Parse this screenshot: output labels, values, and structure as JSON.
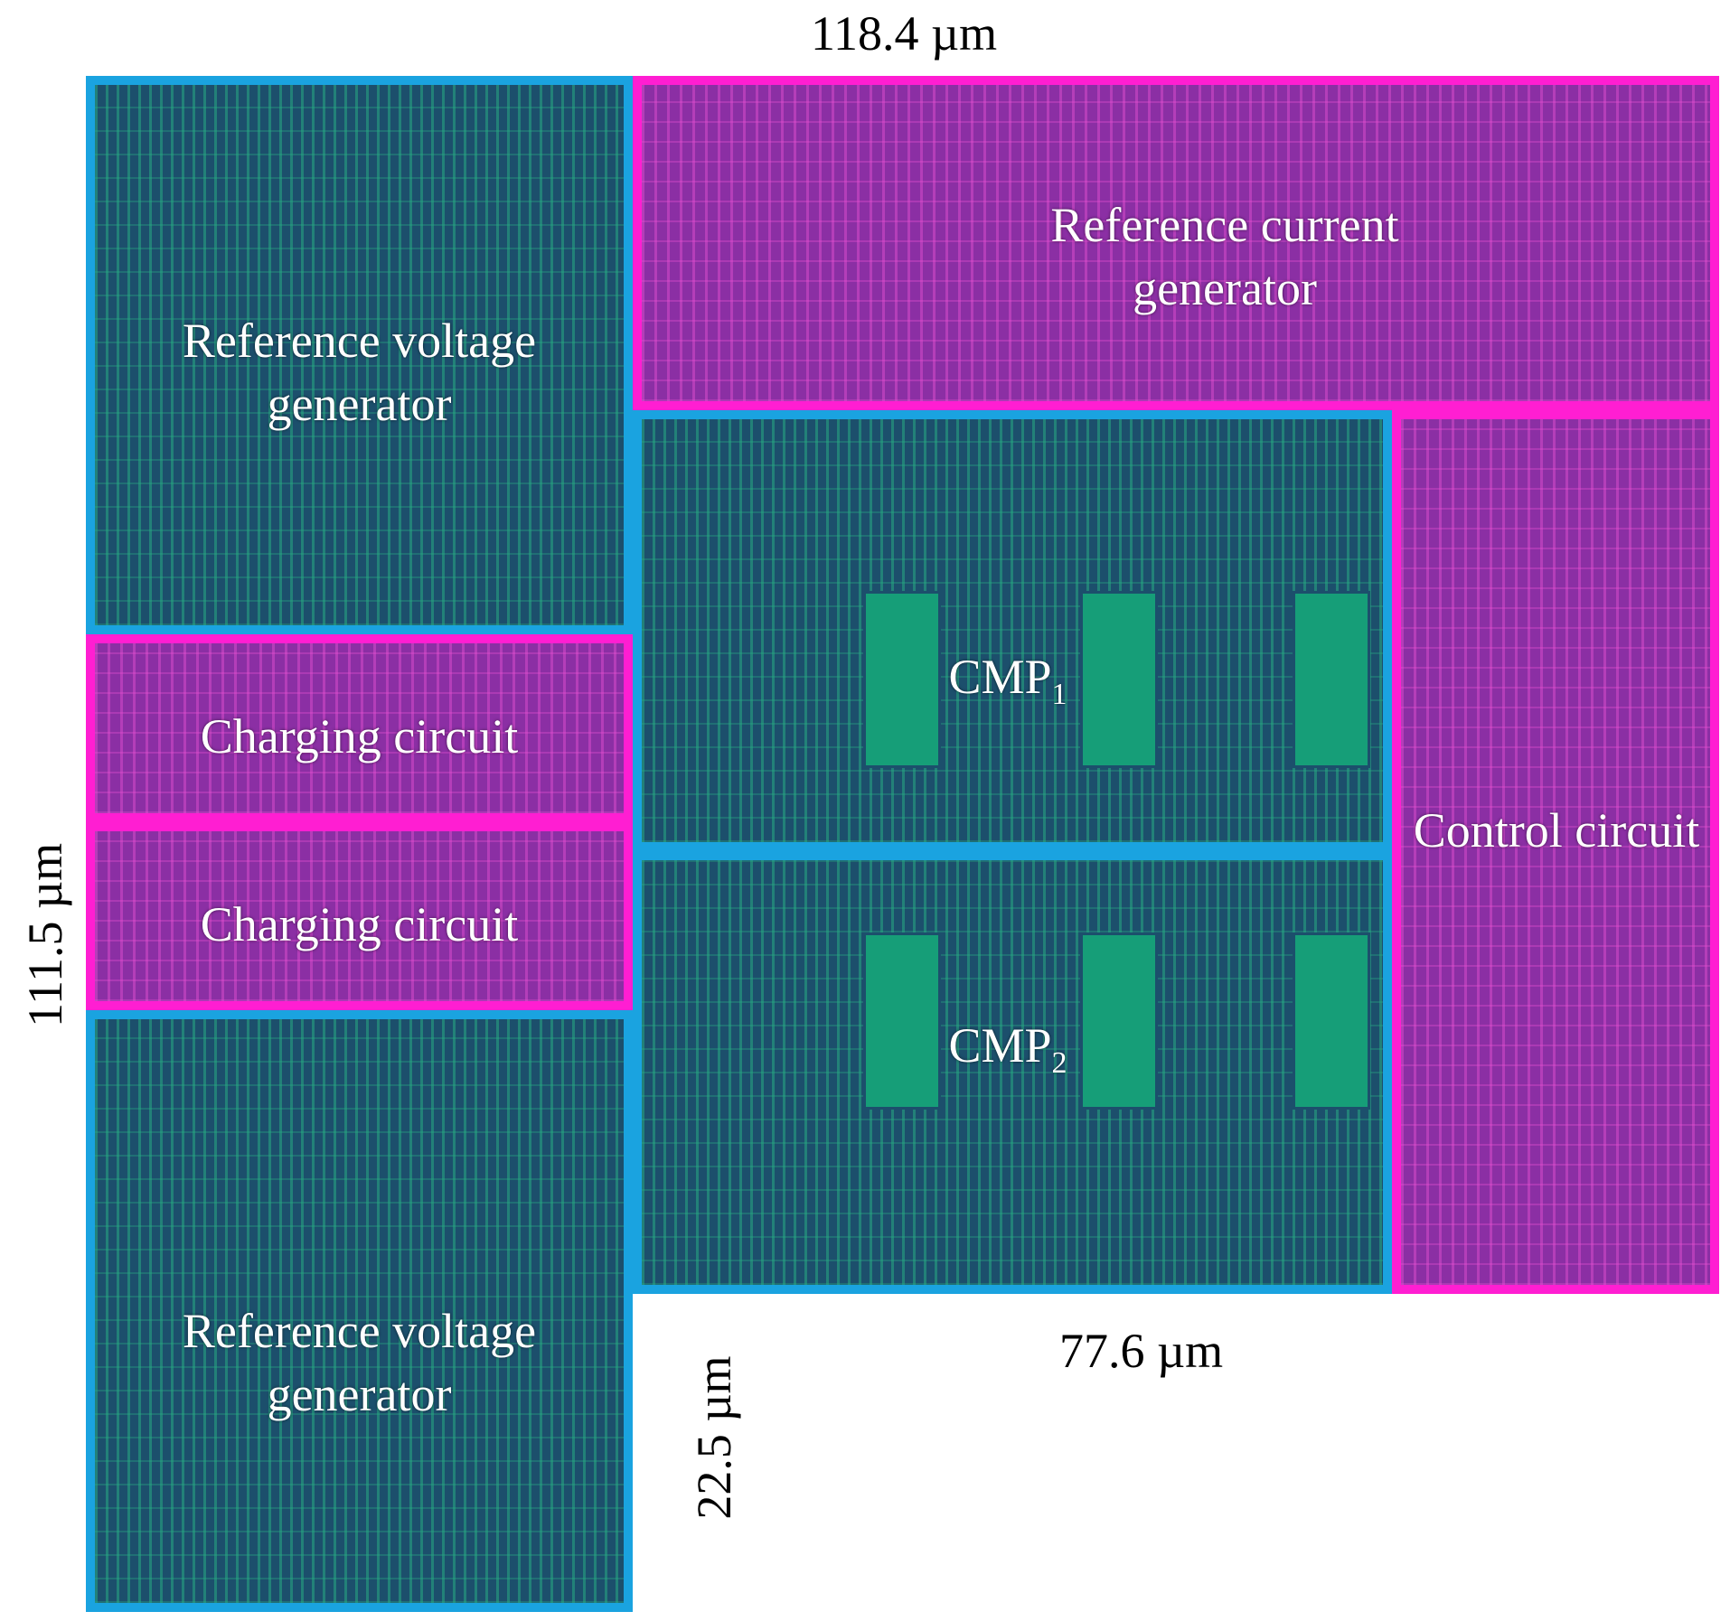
{
  "dimensions": {
    "top_width": "118.4 µm",
    "left_height": "111.5 µm",
    "bottom_width": "77.6 µm",
    "notch_height": "22.5 µm"
  },
  "blocks": {
    "ref_voltage_top": {
      "line1": "Reference voltage",
      "line2": "generator"
    },
    "ref_current": {
      "line1": "Reference current",
      "line2": "generator"
    },
    "charging_1": "Charging circuit",
    "charging_2": "Charging circuit",
    "cmp1": {
      "name": "CMP",
      "sub": "1"
    },
    "cmp2": {
      "name": "CMP",
      "sub": "2"
    },
    "control": "Control circuit",
    "ref_voltage_bottom": {
      "line1": "Reference voltage",
      "line2": "generator"
    }
  },
  "colors": {
    "analog_outline": "#1aa3e0",
    "digital_outline": "#ff1ed2",
    "analog_fill": "#1c4f6c",
    "digital_fill": "#8b2fa4"
  }
}
